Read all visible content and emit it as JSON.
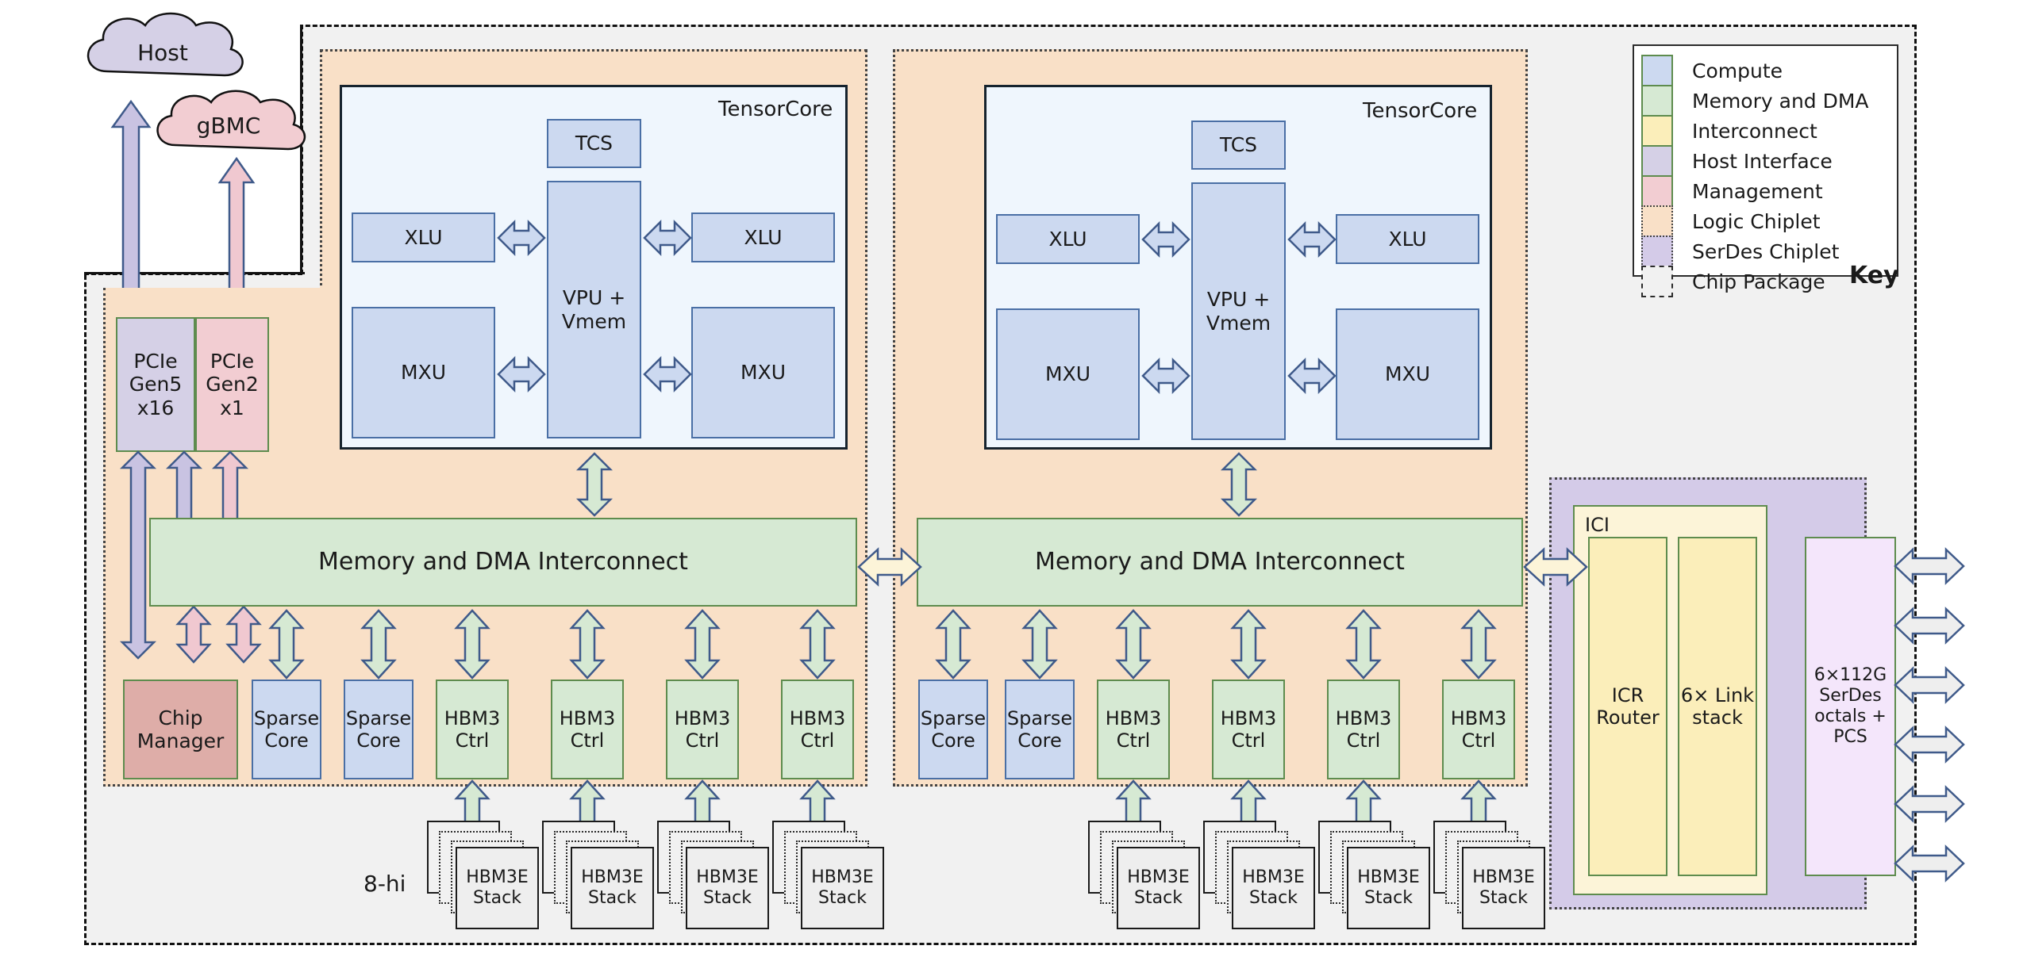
{
  "diagram": {
    "title": "TPU Chip Package Block Diagram",
    "external_nodes": [
      {
        "name": "host-cloud",
        "label": "Host",
        "color": "#d5d0e6"
      },
      {
        "name": "gbmc-cloud",
        "label": "gBMC",
        "color": "#f2cdd2"
      }
    ],
    "side_label": "8-hi",
    "chiplets": [
      {
        "name": "logic-chiplet-left",
        "tensorcore": {
          "title": "TensorCore",
          "blocks": [
            {
              "id": "tcs",
              "label": "TCS"
            },
            {
              "id": "xlu-left",
              "label": "XLU"
            },
            {
              "id": "xlu-right",
              "label": "XLU"
            },
            {
              "id": "vpu",
              "label": "VPU\n+\nVmem"
            },
            {
              "id": "mxu-left",
              "label": "MXU"
            },
            {
              "id": "mxu-right",
              "label": "MXU"
            }
          ]
        },
        "interconnect_label": "Memory and DMA Interconnect",
        "host_blocks": [
          {
            "id": "pcie-gen5",
            "label": "PCIe\nGen5\nx16",
            "category": "Host Interface"
          },
          {
            "id": "pcie-gen2",
            "label": "PCIe\nGen2\nx1",
            "category": "Management"
          }
        ],
        "bottom_blocks": [
          {
            "id": "chip-manager",
            "label": "Chip\nManager",
            "category": "Management"
          },
          {
            "id": "sparse-core-1",
            "label": "Sparse\nCore",
            "category": "Compute"
          },
          {
            "id": "sparse-core-2",
            "label": "Sparse\nCore",
            "category": "Compute"
          },
          {
            "id": "hbm3-ctrl-1",
            "label": "HBM3\nCtrl",
            "category": "Memory and DMA"
          },
          {
            "id": "hbm3-ctrl-2",
            "label": "HBM3\nCtrl",
            "category": "Memory and DMA"
          },
          {
            "id": "hbm3-ctrl-3",
            "label": "HBM3\nCtrl",
            "category": "Memory and DMA"
          },
          {
            "id": "hbm3-ctrl-4",
            "label": "HBM3\nCtrl",
            "category": "Memory and DMA"
          }
        ],
        "stacks": [
          {
            "id": "hbm3e-stack-1",
            "label": "HBM3E\nStack"
          },
          {
            "id": "hbm3e-stack-2",
            "label": "HBM3E\nStack"
          },
          {
            "id": "hbm3e-stack-3",
            "label": "HBM3E\nStack"
          },
          {
            "id": "hbm3e-stack-4",
            "label": "HBM3E\nStack"
          }
        ]
      },
      {
        "name": "logic-chiplet-right",
        "tensorcore": {
          "title": "TensorCore",
          "blocks": [
            {
              "id": "tcs",
              "label": "TCS"
            },
            {
              "id": "xlu-left",
              "label": "XLU"
            },
            {
              "id": "xlu-right",
              "label": "XLU"
            },
            {
              "id": "vpu",
              "label": "VPU\n+\nVmem"
            },
            {
              "id": "mxu-left",
              "label": "MXU"
            },
            {
              "id": "mxu-right",
              "label": "MXU"
            }
          ]
        },
        "interconnect_label": "Memory and DMA Interconnect",
        "bottom_blocks": [
          {
            "id": "sparse-core-3",
            "label": "Sparse\nCore",
            "category": "Compute"
          },
          {
            "id": "sparse-core-4",
            "label": "Sparse\nCore",
            "category": "Compute"
          },
          {
            "id": "hbm3-ctrl-5",
            "label": "HBM3\nCtrl",
            "category": "Memory and DMA"
          },
          {
            "id": "hbm3-ctrl-6",
            "label": "HBM3\nCtrl",
            "category": "Memory and DMA"
          },
          {
            "id": "hbm3-ctrl-7",
            "label": "HBM3\nCtrl",
            "category": "Memory and DMA"
          },
          {
            "id": "hbm3-ctrl-8",
            "label": "HBM3\nCtrl",
            "category": "Memory and DMA"
          }
        ],
        "stacks": [
          {
            "id": "hbm3e-stack-5",
            "label": "HBM3E\nStack"
          },
          {
            "id": "hbm3e-stack-6",
            "label": "HBM3E\nStack"
          },
          {
            "id": "hbm3e-stack-7",
            "label": "HBM3E\nStack"
          },
          {
            "id": "hbm3e-stack-8",
            "label": "HBM3E\nStack"
          }
        ]
      }
    ],
    "serdes_chiplet": {
      "name": "serdes-chiplet",
      "ici": {
        "title": "ICI",
        "blocks": [
          {
            "id": "icr-router",
            "label": "ICR\nRouter"
          },
          {
            "id": "link-stack",
            "label": "6×\nLink\nstack"
          }
        ]
      },
      "serdes_block": {
        "id": "serdes-octals",
        "label": "6×112G\nSerDes\noctals +\nPCS"
      },
      "external_link_count": 6
    },
    "key": {
      "title": "Key",
      "entries": [
        {
          "label": "Compute",
          "color": "#ccd9f0",
          "border": "#5e8c4e",
          "style": "solid"
        },
        {
          "label": "Memory and DMA",
          "color": "#d6e9d3",
          "border": "#5e8c4e",
          "style": "solid"
        },
        {
          "label": "Interconnect",
          "color": "#fbeeba",
          "border": "#5e8c4e",
          "style": "solid"
        },
        {
          "label": "Host Interface",
          "color": "#d5d0e6",
          "border": "#5e8c4e",
          "style": "solid"
        },
        {
          "label": "Management",
          "color": "#f2cdd2",
          "border": "#5e8c4e",
          "style": "solid"
        },
        {
          "label": "Logic Chiplet",
          "color": "#f9e0c7",
          "border": "#444444",
          "style": "dotted"
        },
        {
          "label": "SerDes Chiplet",
          "color": "#d4cbe8",
          "border": "#444444",
          "style": "dotted"
        },
        {
          "label": "Chip Package",
          "color": "#f1f1f1",
          "border": "#2b2b2b",
          "style": "dashdot"
        }
      ]
    }
  }
}
